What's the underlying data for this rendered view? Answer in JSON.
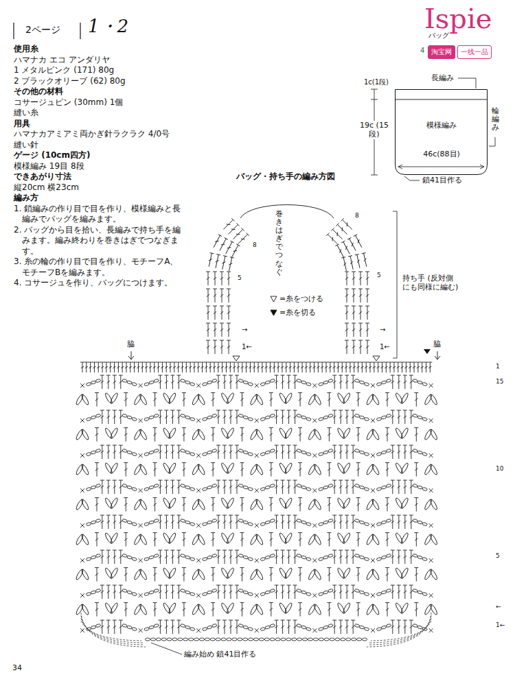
{
  "diagram": {
    "title": "バッグ・持ち手の編み方図",
    "nodes": [
      {
        "text": [
          "淘宝网"
        ]
      },
      {
        "text": [
          "一线一品"
        ]
      },
      {
        "text": [
          "模様編み"
        ]
      }
    ],
    "labels": [
      "2ページ",
      "1・2",
      "Ispie",
      "バッグ",
      "4",
      "使用糸",
      "ハマナカ エコ アンダリヤ",
      "1 メタルピンク (171) 80g",
      "2 ブラックオリーブ (62) 80g",
      "その他の材料",
      "コサージュピン (30mm) 1個",
      "縫い糸",
      "用具",
      "ハマナカアミアミ両かぎ針ラクラク 4/0号",
      "縫い針",
      "ゲージ (10cm四方)",
      "模様編み 19目 8段",
      "できあがり寸法",
      "縦20cm 横23cm",
      "編み方",
      "1. 鎖編みの作り目で目を作り、模様編みと長編みでバッグを編みます。",
      "2. バッグから目を拾い、長編みで持ち手を編みます。編み終わりを巻きはぎでつなぎます。",
      "3. 糸の輪の作り目で目を作り、モチーフA、モチーフBを編みます。",
      "4. コサージュを作り、バッグにつけます。",
      "1c(1段)",
      "長編み",
      "輪編み",
      "19c (15段)",
      "46c(88目)",
      "鎖41目作る",
      "巻きはぎでつなぐ",
      "8",
      "8",
      "5",
      "5",
      "→",
      "→",
      "1←",
      "1←",
      "持ち手 (反対側にも同様に編む)",
      "脇",
      "脇",
      "1",
      "15",
      "10",
      "5",
      "←",
      "1←",
      "編み始め 鎖41目作る",
      "34"
    ],
    "legend": [
      {
        "text": "=糸をつける"
      },
      {
        "text": "=糸を切る"
      }
    ]
  }
}
